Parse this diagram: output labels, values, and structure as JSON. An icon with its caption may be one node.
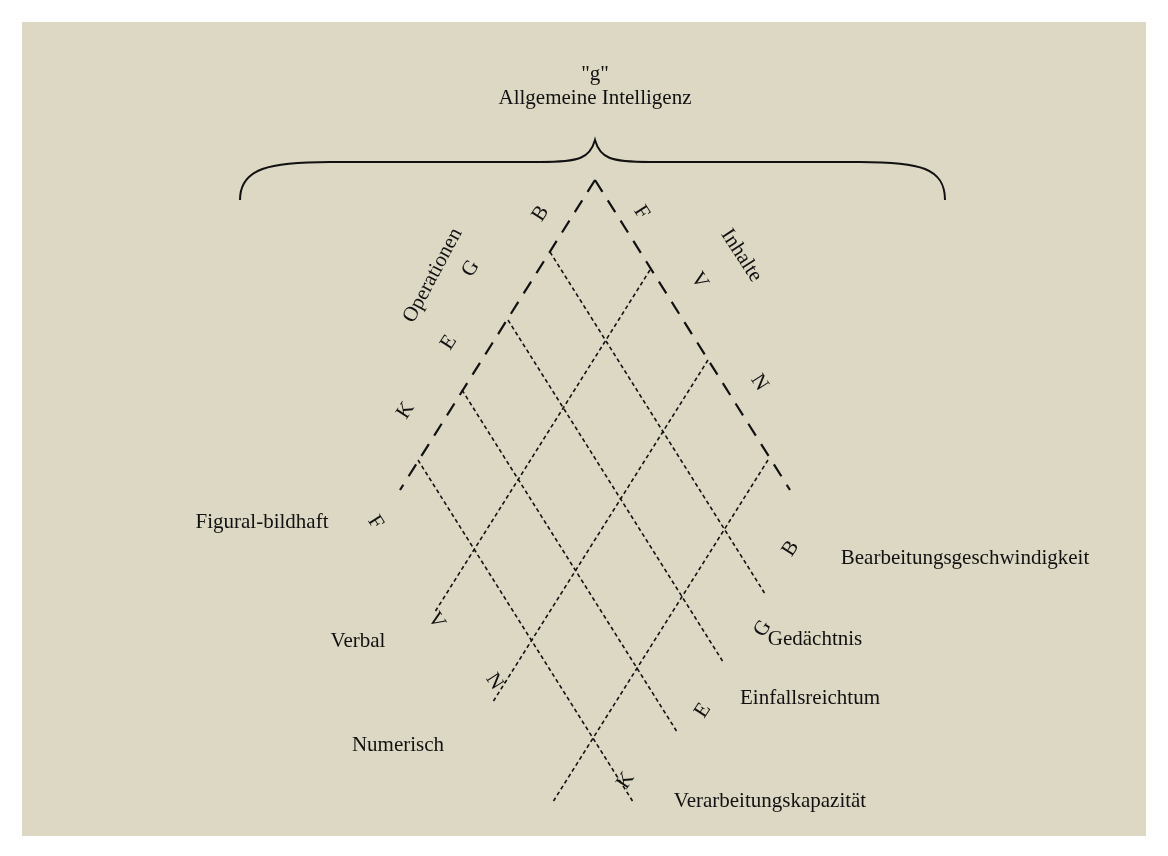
{
  "diagram": {
    "labels": [
      "\"g\"",
      "Allgemeine Intelligenz",
      "B",
      "F",
      "Operationen",
      "G",
      "Inhalte",
      "V",
      "E",
      "N",
      "K",
      "F",
      "Figural-bildhaft",
      "B",
      "Bearbeitungsgeschwindigkeit",
      "Verbal",
      "V",
      "G",
      "Gedächtnis",
      "N",
      "Einfallsreichtum",
      "E",
      "Numerisch",
      "K",
      "Verarbeitungskapazität"
    ]
  }
}
